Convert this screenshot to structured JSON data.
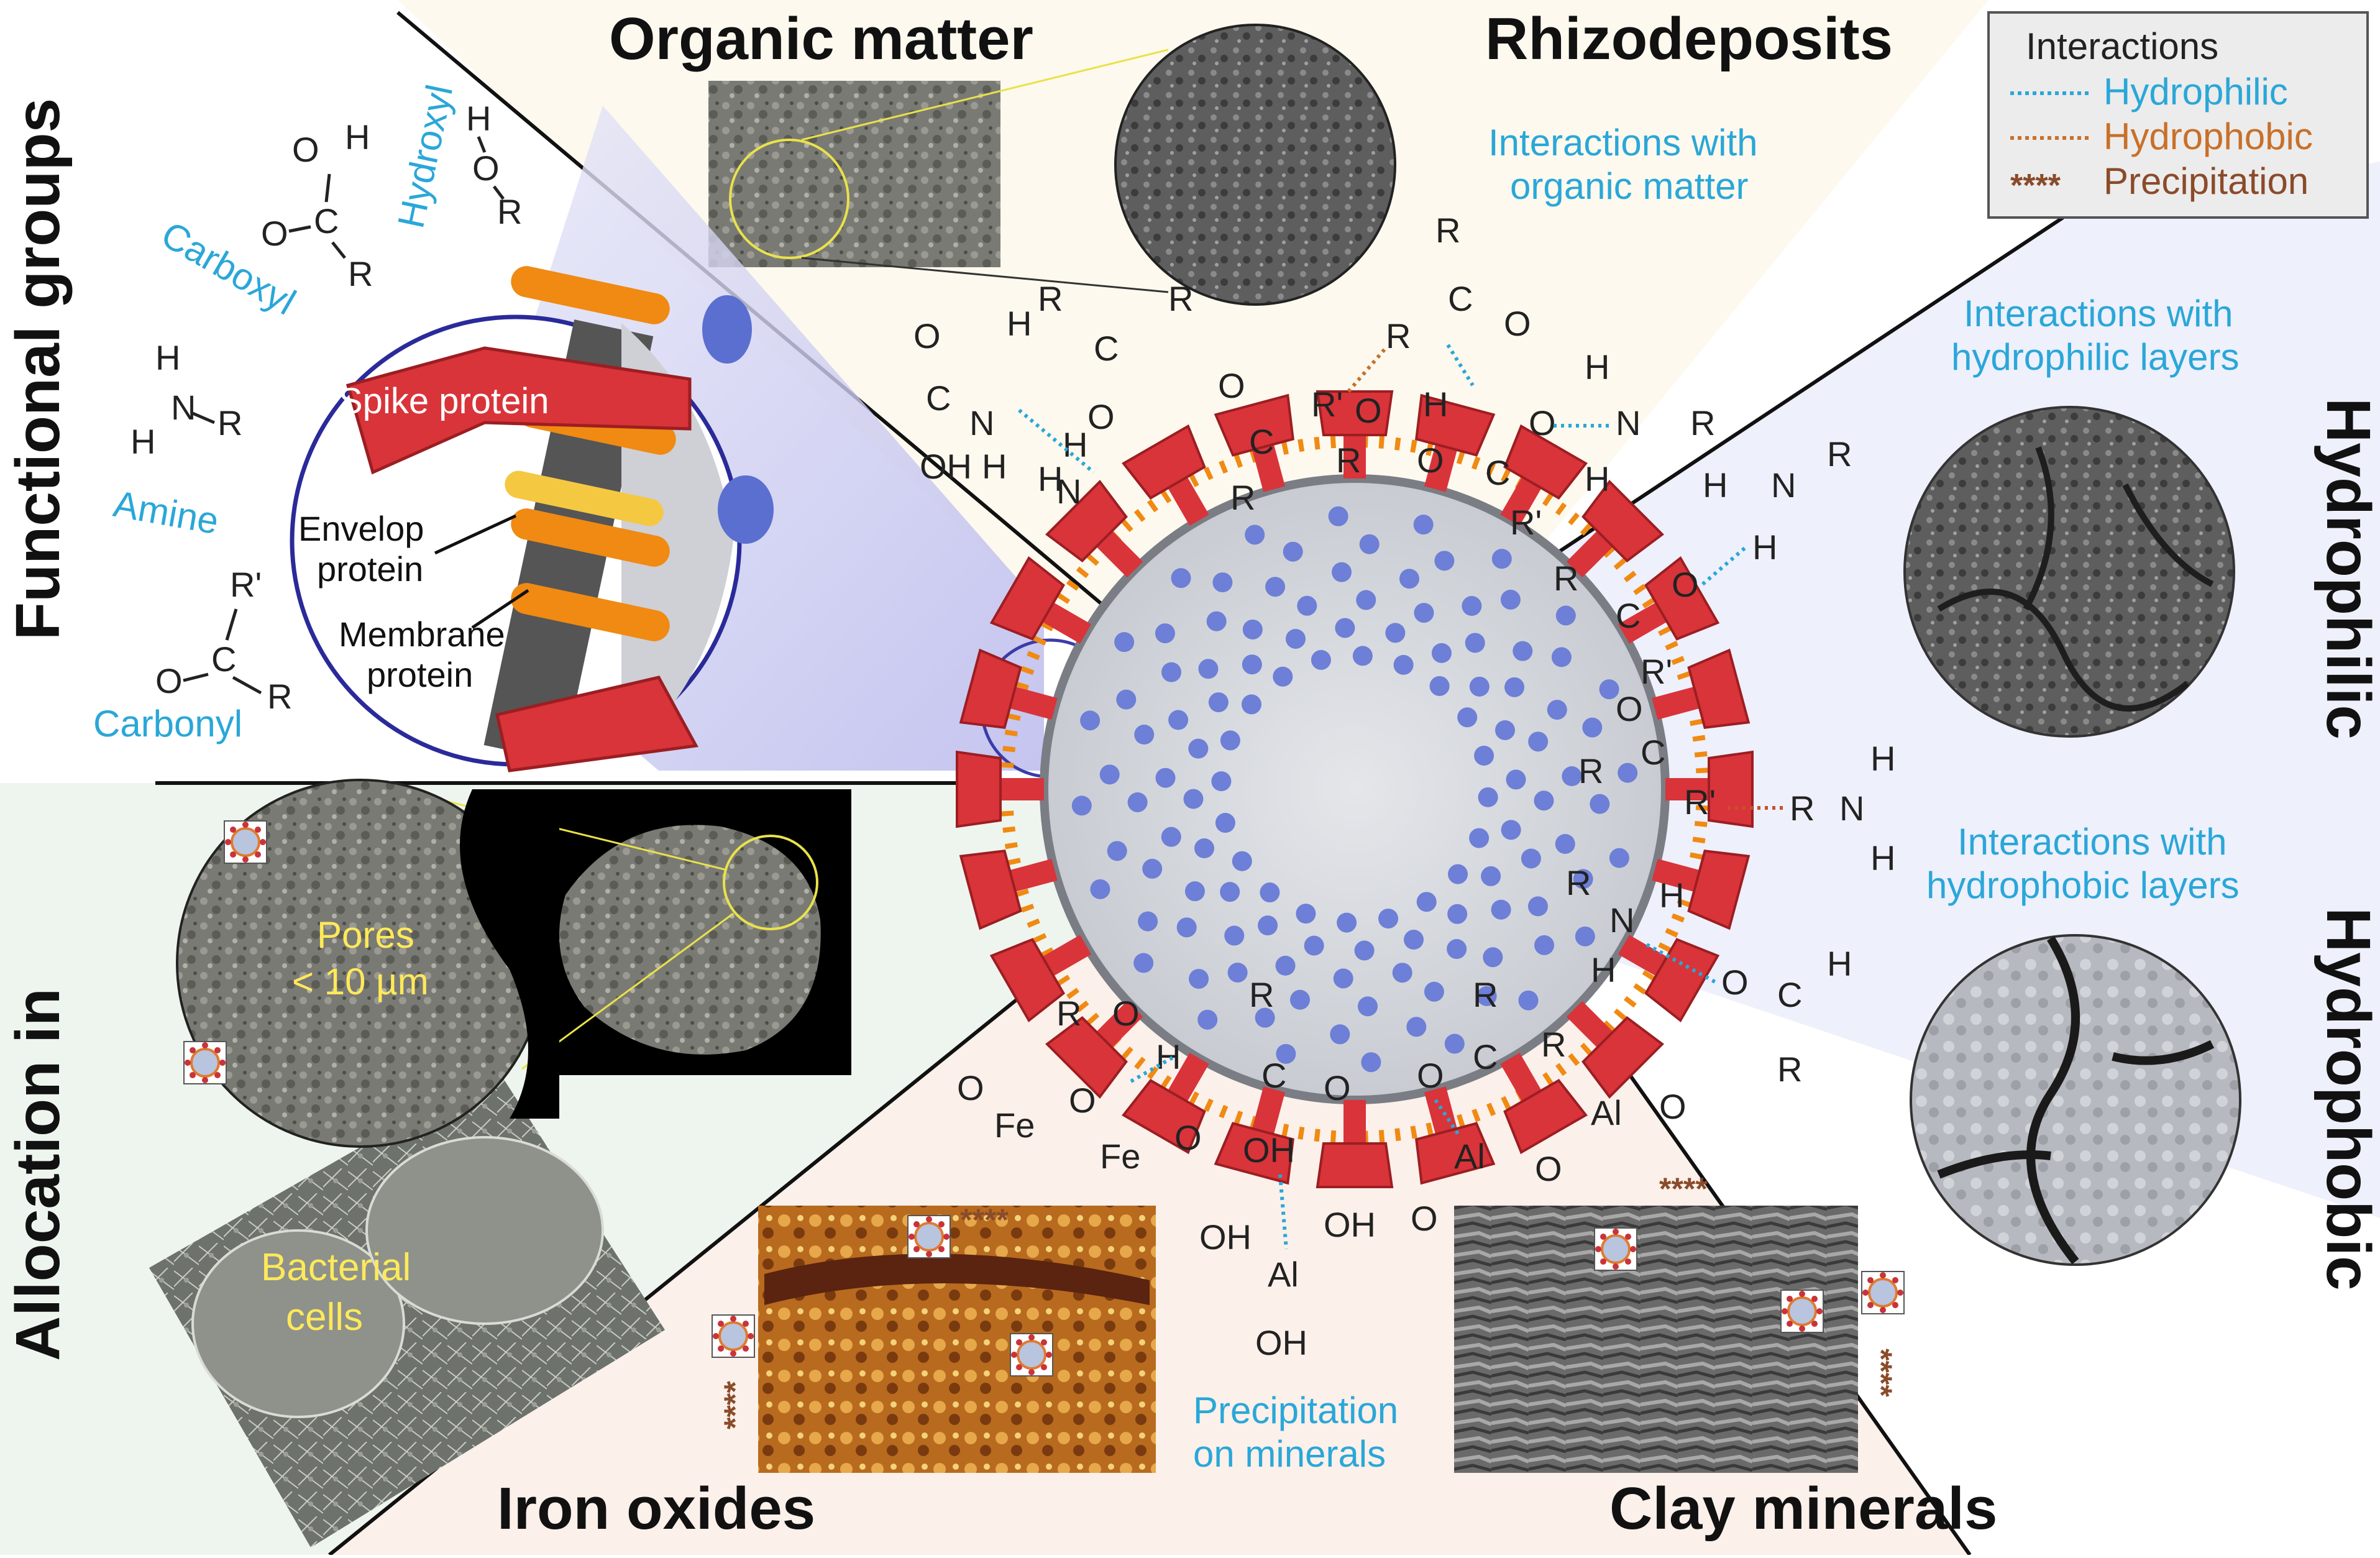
{
  "sections": {
    "organic_matter": "Organic matter",
    "rhizodeposits": "Rhizodeposits",
    "functional_groups": "Functional groups",
    "hydrophilic": "Hydrophilic",
    "hydrophobic": "Hydrophobic",
    "allocation_in": "Allocation in",
    "iron_oxides": "Iron oxides",
    "clay_minerals": "Clay minerals"
  },
  "legend": {
    "title": "Interactions",
    "items": [
      {
        "label": "Hydrophilic",
        "color": "#2aa7d8",
        "marker": "dotted"
      },
      {
        "label": "Hydrophobic",
        "color": "#c8702a",
        "marker": "dotted"
      },
      {
        "label": "Precipitation",
        "color": "#8a4b2a",
        "marker": "****"
      }
    ]
  },
  "captions": {
    "organic_interactions_1": "Interactions with",
    "organic_interactions_2": "organic matter",
    "hydrophilic_layers_1": "Interactions with",
    "hydrophilic_layers_2": "hydrophilic layers",
    "hydrophobic_layers_1": "Interactions with",
    "hydrophobic_layers_2": "hydrophobic layers",
    "precipitation_1": "Precipitation",
    "precipitation_2": "on minerals"
  },
  "functional_groups": {
    "hydroxyl": "Hydroxyl",
    "carboxyl": "Carboxyl",
    "amine": "Amine",
    "carbonyl": "Carbonyl"
  },
  "virus_parts": {
    "spike": "Spike protein",
    "envelop_1": "Envelop",
    "envelop_2": "protein",
    "membrane_1": "Membrane",
    "membrane_2": "protein"
  },
  "allocation_labels": {
    "pores_1": "Pores",
    "pores_2": "< 10 µm",
    "bacterial_1": "Bacterial",
    "bacterial_2": "cells"
  },
  "precip_marker": "****",
  "colors": {
    "accent_blue": "#2aa7d8",
    "spike_red": "#d8343a",
    "membrane_orange": "#f08a12",
    "envelope_yellow": "#f5c842",
    "rna_blue": "#6d7fd6",
    "pores_yellow": "#ffe95a"
  }
}
